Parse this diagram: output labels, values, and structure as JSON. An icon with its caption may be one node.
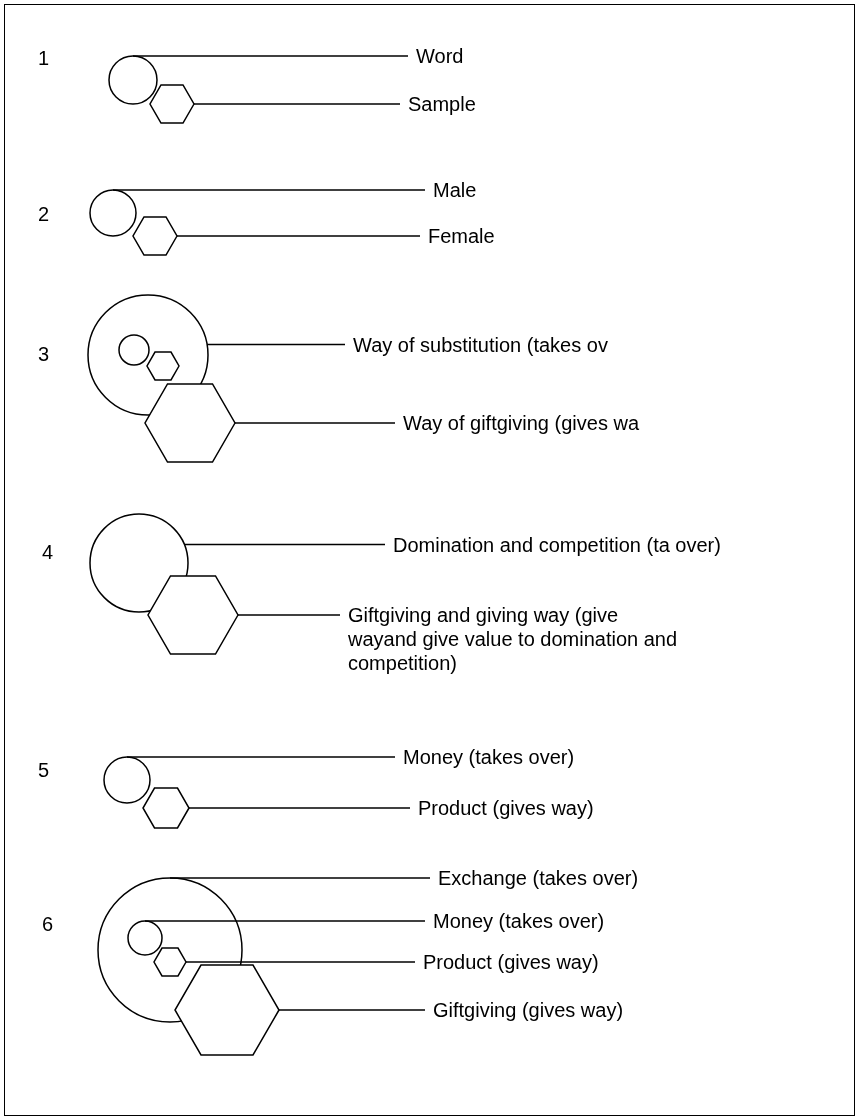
{
  "diagram": {
    "nodes": [
      {
        "text": [],
        "shape": "circle"
      },
      {
        "text": [],
        "shape": "hexagon"
      },
      {
        "text": [
          "Word"
        ]
      },
      {
        "text": [
          "Sample"
        ]
      },
      {
        "text": [],
        "shape": "circle"
      },
      {
        "text": [],
        "shape": "hexagon"
      },
      {
        "text": [
          "Male"
        ]
      },
      {
        "text": [
          "Female"
        ]
      },
      {
        "text": [],
        "shape": "circle"
      },
      {
        "text": [],
        "shape": "circle",
        "in": 8
      },
      {
        "text": [],
        "shape": "hexagon",
        "in": 8
      },
      {
        "text": [],
        "shape": "hexagon"
      },
      {
        "text": [
          "Way of substitution (takes ov"
        ]
      },
      {
        "text": [
          "Way of giftgiving (gives wa"
        ]
      },
      {
        "text": [],
        "shape": "circle"
      },
      {
        "text": [],
        "shape": "hexagon"
      },
      {
        "text": [
          "Domination and competition (ta over)"
        ]
      },
      {
        "text": [
          "Giftgiving and giving way (give wayand give value to domination and competition)"
        ]
      },
      {
        "text": [],
        "shape": "circle"
      },
      {
        "text": [],
        "shape": "hexagon"
      },
      {
        "text": [
          "Money (takes over)"
        ]
      },
      {
        "text": [
          "Product (gives way)"
        ]
      },
      {
        "text": [],
        "shape": "circle"
      },
      {
        "text": [],
        "shape": "circle",
        "in": 22
      },
      {
        "text": [],
        "shape": "hexagon",
        "in": 22
      },
      {
        "text": [],
        "shape": "hexagon"
      },
      {
        "text": [
          "Exchange (takes over)"
        ]
      },
      {
        "text": [
          "Money (takes over)"
        ]
      },
      {
        "text": [
          "Product (gives way)"
        ]
      },
      {
        "text": [
          "Giftgiving (gives way)"
        ]
      }
    ],
    "edges": [
      {
        "from": 2,
        "to": 0,
        "arrow": "none"
      },
      {
        "from": 3,
        "to": 1,
        "arrow": "none"
      },
      {
        "from": 6,
        "to": 4,
        "arrow": "none"
      },
      {
        "from": 7,
        "to": 5,
        "arrow": "none"
      },
      {
        "from": 12,
        "to": 8,
        "arrow": "none"
      },
      {
        "from": 13,
        "to": 11,
        "arrow": "none"
      },
      {
        "from": 16,
        "to": 14,
        "arrow": "none"
      },
      {
        "from": 17,
        "to": 15,
        "arrow": "none"
      },
      {
        "from": 20,
        "to": 18,
        "arrow": "none"
      },
      {
        "from": 21,
        "to": 19,
        "arrow": "none"
      },
      {
        "from": 26,
        "to": 22,
        "arrow": "none"
      },
      {
        "from": 27,
        "to": 23,
        "arrow": "none"
      },
      {
        "from": 28,
        "to": 24,
        "arrow": "none"
      },
      {
        "from": 29,
        "to": 25,
        "arrow": "none"
      }
    ],
    "labels": [
      "1",
      "2",
      "3",
      "4",
      "5",
      "6"
    ]
  }
}
